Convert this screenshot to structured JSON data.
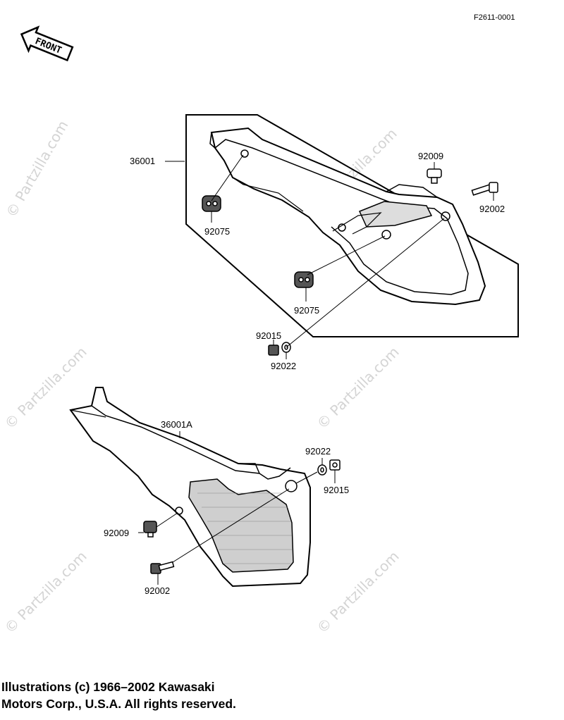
{
  "diagram_code": "F2611-0001",
  "front_label": "FRONT",
  "watermark": "© Partzilla.com",
  "parts": {
    "p36001": "36001",
    "p36001a": "36001A",
    "p92009_top": "92009",
    "p92002_top": "92002",
    "p92075_a": "92075",
    "p92075_b": "92075",
    "p92015_top": "92015",
    "p92022_top": "92022",
    "p92022_bot": "92022",
    "p92015_bot": "92015",
    "p92009_bot": "92009",
    "p92002_bot": "92002"
  },
  "copyright": {
    "line1": "Illustrations (c) 1966–2002 Kawasaki",
    "line2": "Motors Corp., U.S.A.  All rights reserved."
  }
}
